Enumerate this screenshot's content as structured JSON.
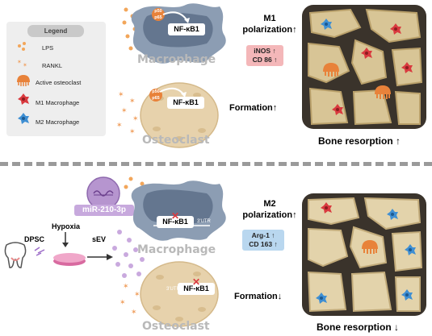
{
  "legend": {
    "title": "Legend",
    "items": [
      {
        "label": "LPS",
        "icon": "lps-dot"
      },
      {
        "label": "RANKL",
        "icon": "rankl-star"
      },
      {
        "label": "Active osteoclast",
        "icon": "osteoclast-shape"
      },
      {
        "label": "M1 Macrophage",
        "icon": "m1-cell"
      },
      {
        "label": "M2 Macrophage",
        "icon": "m2-cell"
      }
    ]
  },
  "top": {
    "macrophage": {
      "label": "Macrophage",
      "nfkb": "NF-κB1",
      "p50": "p50",
      "p65": "p65"
    },
    "osteoclast": {
      "label": "Osteoclast",
      "nfkb": "NF-κB1",
      "p50": "p50",
      "p65": "p65"
    },
    "m1": {
      "line1": "M1",
      "line2": "polarization↑",
      "marker1": "iNOS ↑",
      "marker2": "CD 86 ↑"
    },
    "formation": "Formation↑",
    "bone_resorption": "Bone resorption ↑"
  },
  "bottom": {
    "dpsc": "DPSC",
    "hypoxia": "Hypoxia",
    "sev": "sEV",
    "mirna": "miR-210-3p",
    "macrophage": {
      "label": "Macrophage",
      "nfkb": "NF-κB1",
      "utr": "3'UTR"
    },
    "osteoclast": {
      "label": "Osteoclast",
      "nfkb": "NF-κB1",
      "utr": "3'UTR"
    },
    "m2": {
      "line1": "M2",
      "line2": "polarization↑",
      "marker1": "Arg-1 ↑",
      "marker2": "CD 163 ↑"
    },
    "formation": "Formation↓",
    "bone_resorption": "Bone resorption ↓"
  },
  "colors": {
    "lps": "#f2a65a",
    "rankl": "#f0a060",
    "osteoclast": "#e8823a",
    "m1": "#d93a3f",
    "m2": "#3f8fd3",
    "macrophage_body": "#8c9db3",
    "osteoclast_body": "#e7d2ac",
    "m1_box": "#f4b7b9",
    "m2_box": "#b9d7ef",
    "mirna_bubble": "#b695cf",
    "sev_dot": "#c9a9de"
  }
}
